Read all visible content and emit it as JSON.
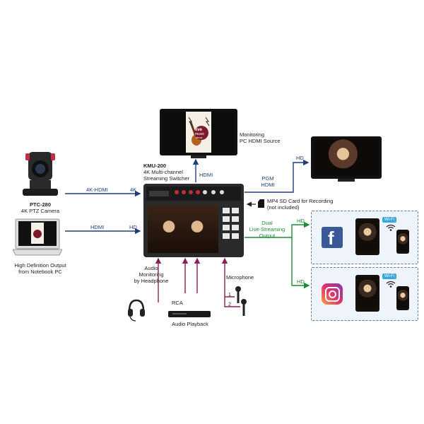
{
  "diagram": {
    "switcher": {
      "model": "KMU-200",
      "desc_line1": "4K Multi-channel",
      "desc_line2": "Streaming Switcher"
    },
    "camera": {
      "model": "PTC-280",
      "desc": "4K PTZ Camera"
    },
    "notebook": {
      "line1": "High Definition Output",
      "line2": "from Notebook PC"
    },
    "monitoring": {
      "line1": "Monitoring",
      "line2": "PC HDMI Source"
    },
    "poster": {
      "line1": "live",
      "line2": "music",
      "line3": "show"
    },
    "links": {
      "camera_left": "4K-HDMI",
      "camera_right": "4K",
      "notebook_left": "HDMI",
      "notebook_right": "HD",
      "monitor_up": "HDMI",
      "pgm_line1": "PGM",
      "pgm_line2": "HDMI",
      "pgm_hd": "HD",
      "stream_hd_top": "HD",
      "stream_hd_bottom": "HD",
      "dual_line1": "Dual",
      "dual_line2": "Live-Streaming",
      "dual_line3": "Output"
    },
    "sd_card": {
      "line1": "MP4 SD Card for Recording",
      "line2": "(not included)"
    },
    "audio_monitor": {
      "line1": "Audio",
      "line2": "Monitoring",
      "line3": "by Headphone"
    },
    "rca": "RCA",
    "audio_playback": "Audio Playback",
    "microphone": "Microphone",
    "mic_1": "1",
    "mic_2": "2",
    "wifi_label": "Wi-Fi",
    "colors": {
      "video": "#1f3f7a",
      "stream": "#1e8a3a",
      "audio": "#8a1f5a",
      "panel_border": "#5a7fa8"
    }
  }
}
